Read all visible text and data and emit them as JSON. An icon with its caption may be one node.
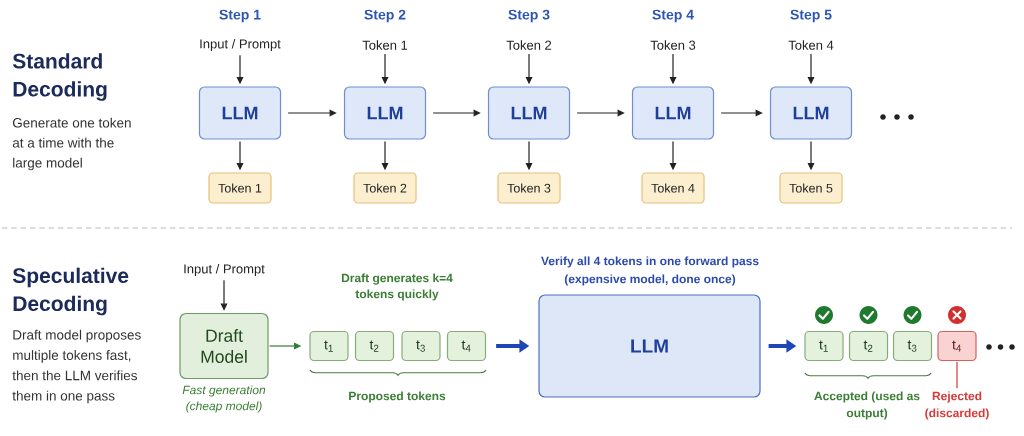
{
  "diagram": {
    "nodes": [
      {
        "text": [
          "Input / Prompt"
        ]
      },
      {
        "text": [
          "LLM"
        ]
      },
      {
        "text": [
          "Token 1"
        ]
      },
      {
        "text": [
          "Token 1"
        ]
      },
      {
        "text": [
          "LLM"
        ]
      },
      {
        "text": [
          "Token 2"
        ]
      },
      {
        "text": [
          "Token 2"
        ]
      },
      {
        "text": [
          "LLM"
        ]
      },
      {
        "text": [
          "Token 3"
        ]
      },
      {
        "text": [
          "Token 3"
        ]
      },
      {
        "text": [
          "LLM"
        ]
      },
      {
        "text": [
          "Token 4"
        ]
      },
      {
        "text": [
          "Token 4"
        ]
      },
      {
        "text": [
          "LLM"
        ]
      },
      {
        "text": [
          "Token 5"
        ]
      },
      {
        "text": [
          "Input / Prompt"
        ]
      },
      {
        "text": [
          "Draft Model"
        ],
        "beside": [
          "Fast generation (cheap model)"
        ]
      },
      {
        "text": [
          "t$_{1}$"
        ]
      },
      {
        "text": [
          "t$_{2}$"
        ]
      },
      {
        "text": [
          "t$_{3}$"
        ]
      },
      {
        "text": [
          "t$_{4}$"
        ]
      },
      {
        "text": [
          "Verify all 4 tokens in one forward pass (expensive model, done once)",
          "LLM"
        ]
      },
      {
        "text": [
          "t$_{1}$"
        ]
      },
      {
        "text": [
          "t$_{2}$"
        ]
      },
      {
        "text": [
          "t$_{3}$"
        ]
      },
      {
        "text": [
          "t$_{4}$"
        ]
      },
      {
        "text": [
          "Rejected (discarded)"
        ]
      }
    ],
    "edges": [
      {
        "from": 0,
        "to": 1,
        "arrow": "to"
      },
      {
        "from": 1,
        "to": 2,
        "arrow": "to"
      },
      {
        "from": 1,
        "to": 4,
        "arrow": "to"
      },
      {
        "from": 3,
        "to": 4,
        "arrow": "to"
      },
      {
        "from": 4,
        "to": 5,
        "arrow": "to"
      },
      {
        "from": 4,
        "to": 7,
        "arrow": "to"
      },
      {
        "from": 6,
        "to": 7,
        "arrow": "to"
      },
      {
        "from": 7,
        "to": 8,
        "arrow": "to"
      },
      {
        "from": 7,
        "to": 10,
        "arrow": "to"
      },
      {
        "from": 9,
        "to": 10,
        "arrow": "to"
      },
      {
        "from": 10,
        "to": 11,
        "arrow": "to"
      },
      {
        "from": 10,
        "to": 13,
        "arrow": "to"
      },
      {
        "from": 12,
        "to": 13,
        "arrow": "to"
      },
      {
        "from": 13,
        "to": 14,
        "arrow": "to"
      },
      {
        "from": 15,
        "to": 16,
        "arrow": "to"
      },
      {
        "from": 16,
        "to": 17,
        "arrow": "to",
        "color": "#2e7d32"
      },
      {
        "from": 20,
        "to": 21,
        "arrow": "to",
        "style": "thick",
        "color": "#1e47b5"
      },
      {
        "from": 21,
        "to": 22,
        "arrow": "to",
        "style": "thick",
        "color": "#1e47b5"
      },
      {
        "from": 26,
        "to": 25,
        "arrow": "none",
        "color": "#d8393a"
      }
    ],
    "labels": [
      "Step 1",
      "Step 2",
      "Step 3",
      "Step 4",
      "Step 5",
      "Standard Decoding",
      "Generate one token at a time with the large model",
      "Speculative Decoding",
      "Draft model proposes multiple tokens fast, then the LLM verifies them in one pass",
      "Draft generates k=4 tokens quickly",
      "Proposed tokens",
      "Accepted (used as output)"
    ]
  }
}
